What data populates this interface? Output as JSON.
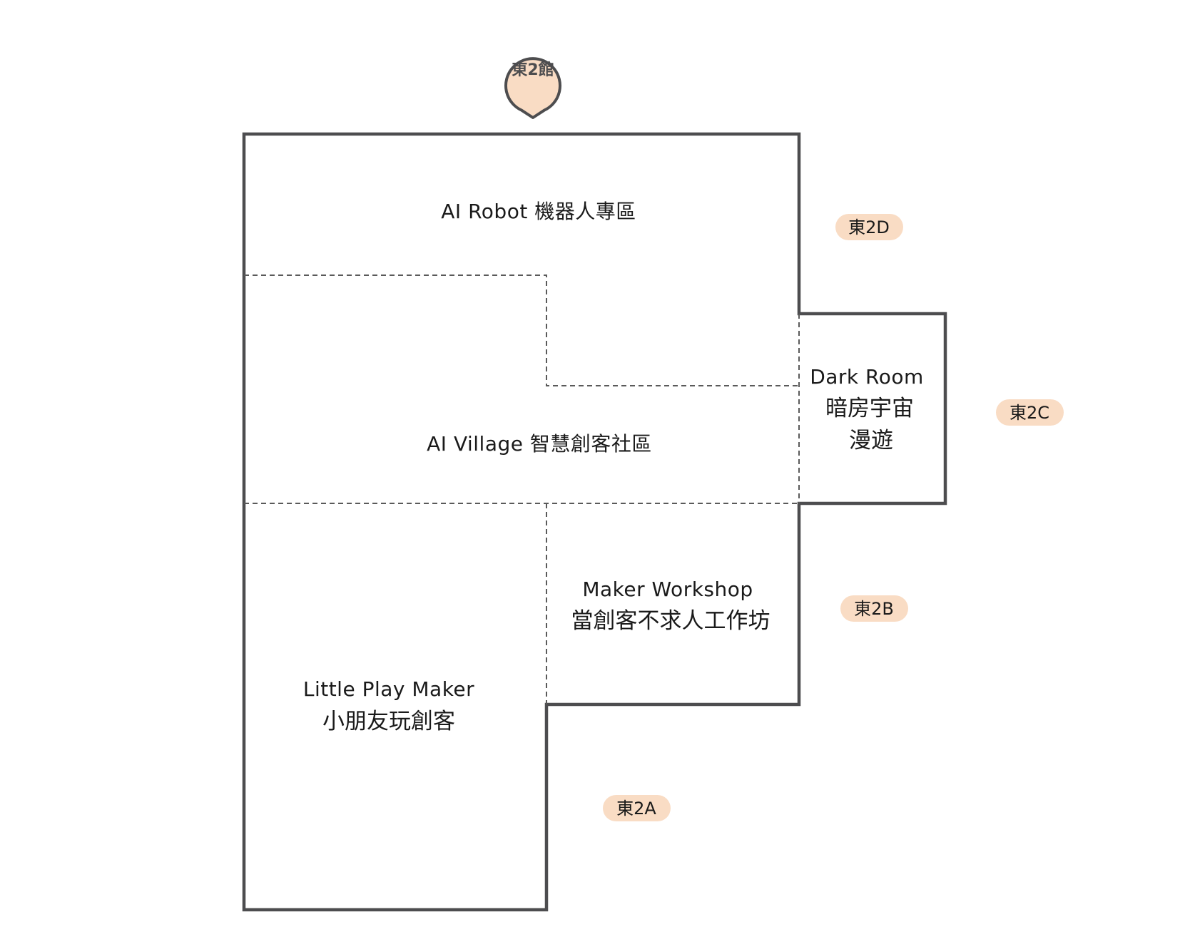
{
  "building_marker": {
    "label": "東2館"
  },
  "zones": {
    "ai_robot": {
      "name": "AI Robot 機器人專區"
    },
    "ai_village": {
      "name": "AI Village 智慧創客社區"
    },
    "dark_room": {
      "name_en": "Dark Room",
      "name_zh_line1": "暗房宇宙",
      "name_zh_line2": "漫遊"
    },
    "maker_workshop": {
      "name_en": "Maker Workshop",
      "name_zh": "當創客不求人工作坊"
    },
    "little_play_maker": {
      "name_en": "Little Play Maker",
      "name_zh": "小朋友玩創客"
    }
  },
  "section_tags": {
    "tag_2d": "東2D",
    "tag_2c": "東2C",
    "tag_2b": "東2B",
    "tag_2a": "東2A"
  },
  "colors": {
    "wall": "#4d4d4f",
    "tag_fill": "#f9dcc4",
    "marker_fill": "#f9dcc4",
    "text": "#1a1a1a"
  }
}
